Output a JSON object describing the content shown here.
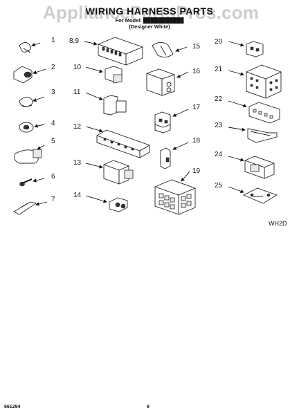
{
  "header": {
    "title": "WIRING HARNESS PARTS",
    "model_line": "For Model: ███████████",
    "color_line": "(Designer White)"
  },
  "watermark": "AppliancePartsPros.com",
  "callouts": {
    "c1": "1",
    "c2": "2",
    "c3": "3",
    "c4": "4",
    "c5": "5",
    "c6": "6",
    "c7": "7",
    "c89": "8,9",
    "c10": "10",
    "c11": "11",
    "c12": "12",
    "c13": "13",
    "c14": "14",
    "c15": "15",
    "c16": "16",
    "c17": "17",
    "c18": "18",
    "c19": "19",
    "c20": "20",
    "c21": "21",
    "c22": "22",
    "c23": "23",
    "c24": "24",
    "c25": "25"
  },
  "diagram_code": "WH2D",
  "footer": {
    "doc_number": "661294",
    "page_number": "9"
  }
}
